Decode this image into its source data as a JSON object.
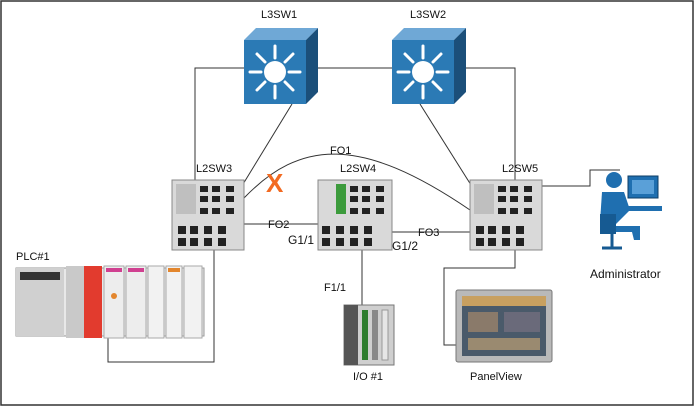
{
  "nodes": {
    "l3sw1": {
      "label": "L3SW1",
      "icon": "l3-switch-icon"
    },
    "l3sw2": {
      "label": "L3SW2",
      "icon": "l3-switch-icon"
    },
    "l2sw3": {
      "label": "L2SW3",
      "icon": "industrial-switch-icon"
    },
    "l2sw4": {
      "label": "L2SW4",
      "icon": "industrial-switch-icon"
    },
    "l2sw5": {
      "label": "L2SW5",
      "icon": "industrial-switch-icon"
    },
    "plc": {
      "label": "PLC#1",
      "icon": "plc-rack-icon"
    },
    "io": {
      "label": "I/O #1",
      "icon": "io-module-icon"
    },
    "panel": {
      "label": "PanelView",
      "icon": "hmi-panel-icon"
    },
    "admin": {
      "label": "Administrator",
      "icon": "admin-workstation-icon"
    }
  },
  "links": {
    "fo1": "FO1",
    "fo2": "FO2",
    "fo3": "FO3",
    "g11": "G1/1",
    "g12": "G1/2",
    "f11": "F1/1"
  },
  "blocked_marker": {
    "label": "X",
    "color": "#f26a21"
  },
  "colors": {
    "l3_face": "#2b7ab5",
    "l3_side": "#1b4f7a",
    "line": "#333333",
    "switch_body": "#d9d9d9"
  }
}
